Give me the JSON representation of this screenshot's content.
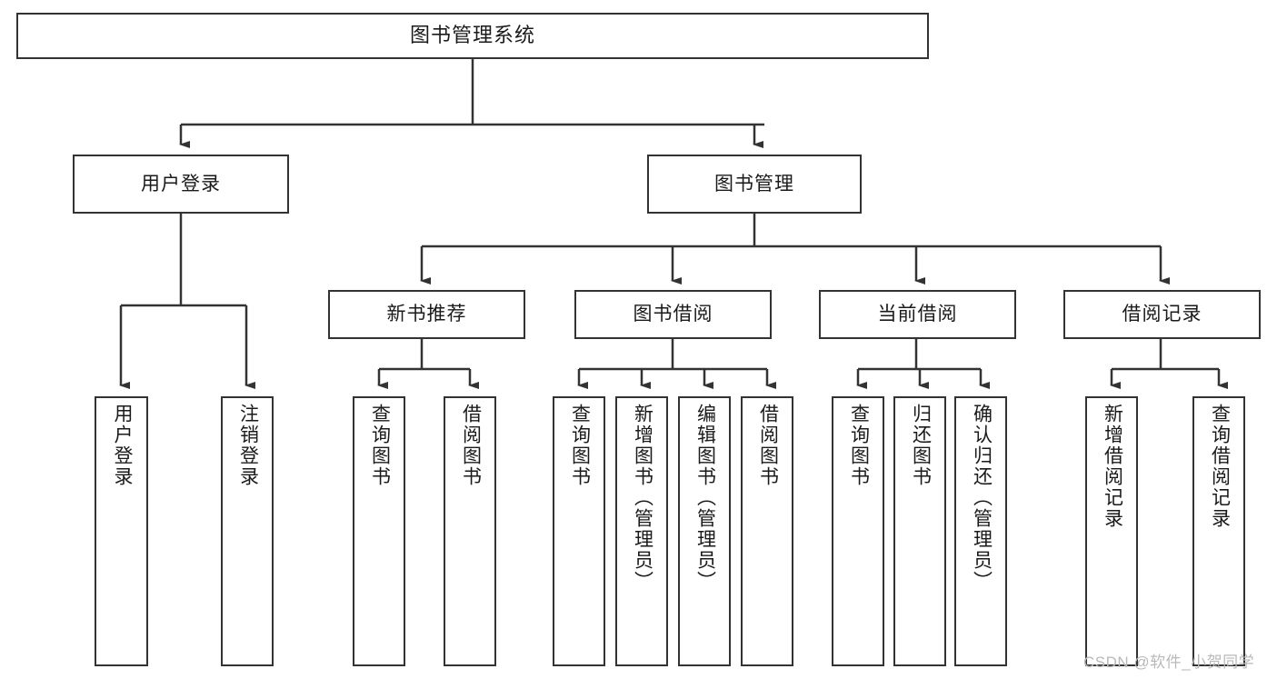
{
  "diagram": {
    "title": "图书管理系统",
    "type": "tree-hierarchy-diagram",
    "watermark": "CSDN @软件_小贺同学",
    "colors": {
      "background": "#ffffff",
      "box_border": "#333333",
      "box_fill": "#ffffff",
      "text": "#1a1a1a",
      "edge": "#333333",
      "watermark": "#b9b9b9"
    },
    "root": {
      "label": "图书管理系统"
    },
    "level1": [
      {
        "id": "user-login",
        "label": "用户登录"
      },
      {
        "id": "book-manage",
        "label": "图书管理"
      }
    ],
    "level2": [
      {
        "id": "new-book-recommend",
        "label": "新书推荐",
        "parent": "book-manage"
      },
      {
        "id": "book-borrow",
        "label": "图书借阅",
        "parent": "book-manage"
      },
      {
        "id": "current-borrow",
        "label": "当前借阅",
        "parent": "book-manage"
      },
      {
        "id": "borrow-record",
        "label": "借阅记录",
        "parent": "book-manage"
      }
    ],
    "leaves": {
      "user-login": [
        {
          "id": "leaf-user-login",
          "label": "用户登录"
        },
        {
          "id": "leaf-user-logout",
          "label": "注销登录"
        }
      ],
      "new-book-recommend": [
        {
          "id": "leaf-query-book-1",
          "label": "查询图书"
        },
        {
          "id": "leaf-borrow-book-1",
          "label": "借阅图书"
        }
      ],
      "book-borrow": [
        {
          "id": "leaf-query-book-2",
          "label": "查询图书"
        },
        {
          "id": "leaf-add-book",
          "label": "新增图书（管理员）"
        },
        {
          "id": "leaf-edit-book",
          "label": "编辑图书（管理员）"
        },
        {
          "id": "leaf-borrow-book-2",
          "label": "借阅图书"
        }
      ],
      "current-borrow": [
        {
          "id": "leaf-query-book-3",
          "label": "查询图书"
        },
        {
          "id": "leaf-return-book",
          "label": "归还图书"
        },
        {
          "id": "leaf-confirm-return",
          "label": "确认归还（管理员）"
        }
      ],
      "borrow-record": [
        {
          "id": "leaf-add-record",
          "label": "新增借阅记录"
        },
        {
          "id": "leaf-query-record",
          "label": "查询借阅记录"
        }
      ]
    }
  }
}
